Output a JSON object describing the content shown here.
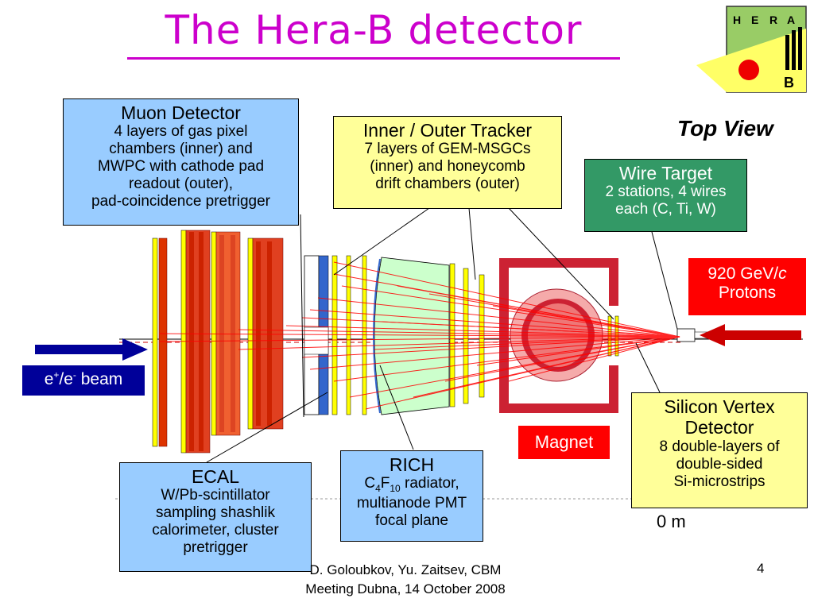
{
  "title": "The Hera-B detector",
  "logo": {
    "letters": [
      "H",
      "E",
      "R",
      "A"
    ],
    "b": "B"
  },
  "top_view": "Top View",
  "zero_label": "0 m",
  "boxes": {
    "muon": {
      "head": "Muon Detector",
      "lines": [
        "4 layers of gas pixel",
        "chambers (inner) and",
        "MWPC with cathode pad",
        "readout (outer),",
        "pad-coincidence pretrigger"
      ]
    },
    "tracker": {
      "head": "Inner / Outer Tracker",
      "lines": [
        "7 layers of GEM-MSGCs",
        "(inner) and honeycomb",
        "drift chambers (outer)"
      ]
    },
    "wire": {
      "head": "Wire Target",
      "lines": [
        "2 stations, 4 wires",
        "each (C, Ti, W)"
      ]
    },
    "protons": {
      "line1": "920 GeV/",
      "c": "c",
      "line2": "Protons"
    },
    "beam": {
      "e": "e",
      "plus": "+",
      "slash": "/e",
      "minus": "-",
      "rest": " beam"
    },
    "magnet": {
      "label": "Magnet"
    },
    "svd": {
      "head1": "Silicon Vertex",
      "head2": "Detector",
      "lines": [
        "8 double-layers of",
        "double-sided",
        "Si-microstrips"
      ]
    },
    "ecal": {
      "head": "ECAL",
      "lines": [
        "W/Pb-scintillator",
        "sampling shashlik",
        "calorimeter, cluster",
        "pretrigger"
      ]
    },
    "rich": {
      "head": "RICH",
      "c": "C",
      "c_sub": "4",
      "f": "F",
      "f_sub": "10",
      "rad": " radiator,",
      "lines": [
        "multianode PMT",
        "focal plane"
      ]
    }
  },
  "footer": {
    "line1": "D. Goloubkov, Yu. Zaitsev, CBM",
    "line2": "Meeting Dubna, 14 October 2008"
  },
  "page_number": "4",
  "colors": {
    "title": "#cc00cc",
    "blue_box": "#99ccff",
    "yellow_box": "#ffff99",
    "green_box": "#339966",
    "red": "#ff0000",
    "navy": "#000099"
  }
}
